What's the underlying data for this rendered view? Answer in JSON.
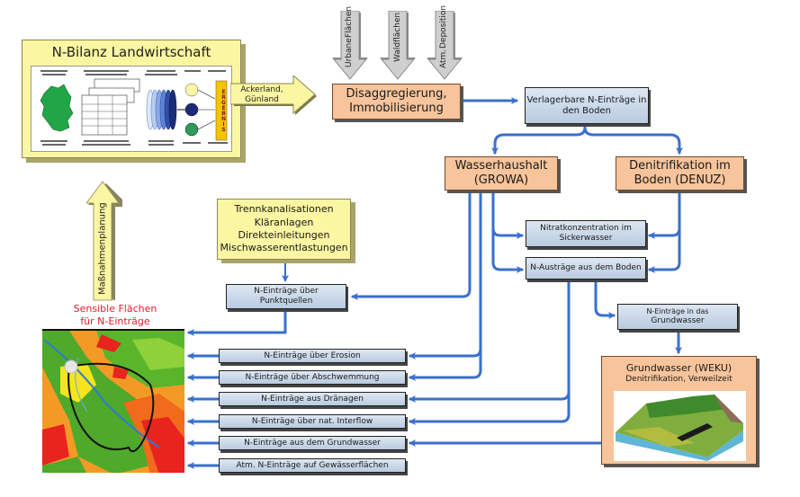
{
  "panel": {
    "title": "N-Bilanz Landwirtschaft",
    "result_label": "ERGEBNIS"
  },
  "inputs": {
    "main_arrow": [
      "Ackerland,",
      "Günland"
    ],
    "down_arrows": [
      [
        "Urbane",
        "Flächen"
      ],
      [
        "Waldflächen"
      ],
      [
        "Atm.",
        "Deposition"
      ]
    ]
  },
  "nodes": {
    "disaggregation": [
      "Disaggregierung,",
      "Immobilisierung"
    ],
    "movable_inputs": [
      "Verlagerbare N-Einträge in",
      "den Boden"
    ],
    "water_balance": [
      "Wasserhaushalt",
      "(GROWA)"
    ],
    "denitrification": [
      "Denitrifikation im",
      "Boden (DENUZ)"
    ],
    "nitrate": [
      "Nitratkonzentration im",
      "Sickerwasser"
    ],
    "soil_output": [
      "N-Austräge aus dem Boden"
    ],
    "groundwater_input": [
      "N-Einträge in das",
      "Grundwasser"
    ],
    "groundwater_model": {
      "title": "Grundwasser (WEKU)",
      "subtitle": "Denitrifikation, Verweilzeit"
    },
    "point_sources_box": [
      "Trennkanalisationen",
      "Kläranlagen",
      "Direkteinleitungen",
      "Mischwasserentlastungen"
    ],
    "point_sources": [
      "N-Einträge über",
      "Punktquellen"
    ]
  },
  "pathways": [
    "N-Einträge über Erosion",
    "N-Einträge über Abschwemmung",
    "N-Einträge aus Dränagen",
    "N-Einträge über nat. Interflow",
    "N-Einträge aus dem Grundwasser",
    "Atm. N-Einträge auf Gewässerflächen"
  ],
  "planning_arrow": "Maßnahmenplanung",
  "sensitive_label": [
    "Sensible Flächen",
    "für N-Einträge"
  ],
  "colors": {
    "flow": "#3a6fce",
    "orange_node": "#f7c49b",
    "blue_node": "#c9d7e8",
    "yellow": "#fbf6a1",
    "sensitive_text": "#e8192c"
  }
}
